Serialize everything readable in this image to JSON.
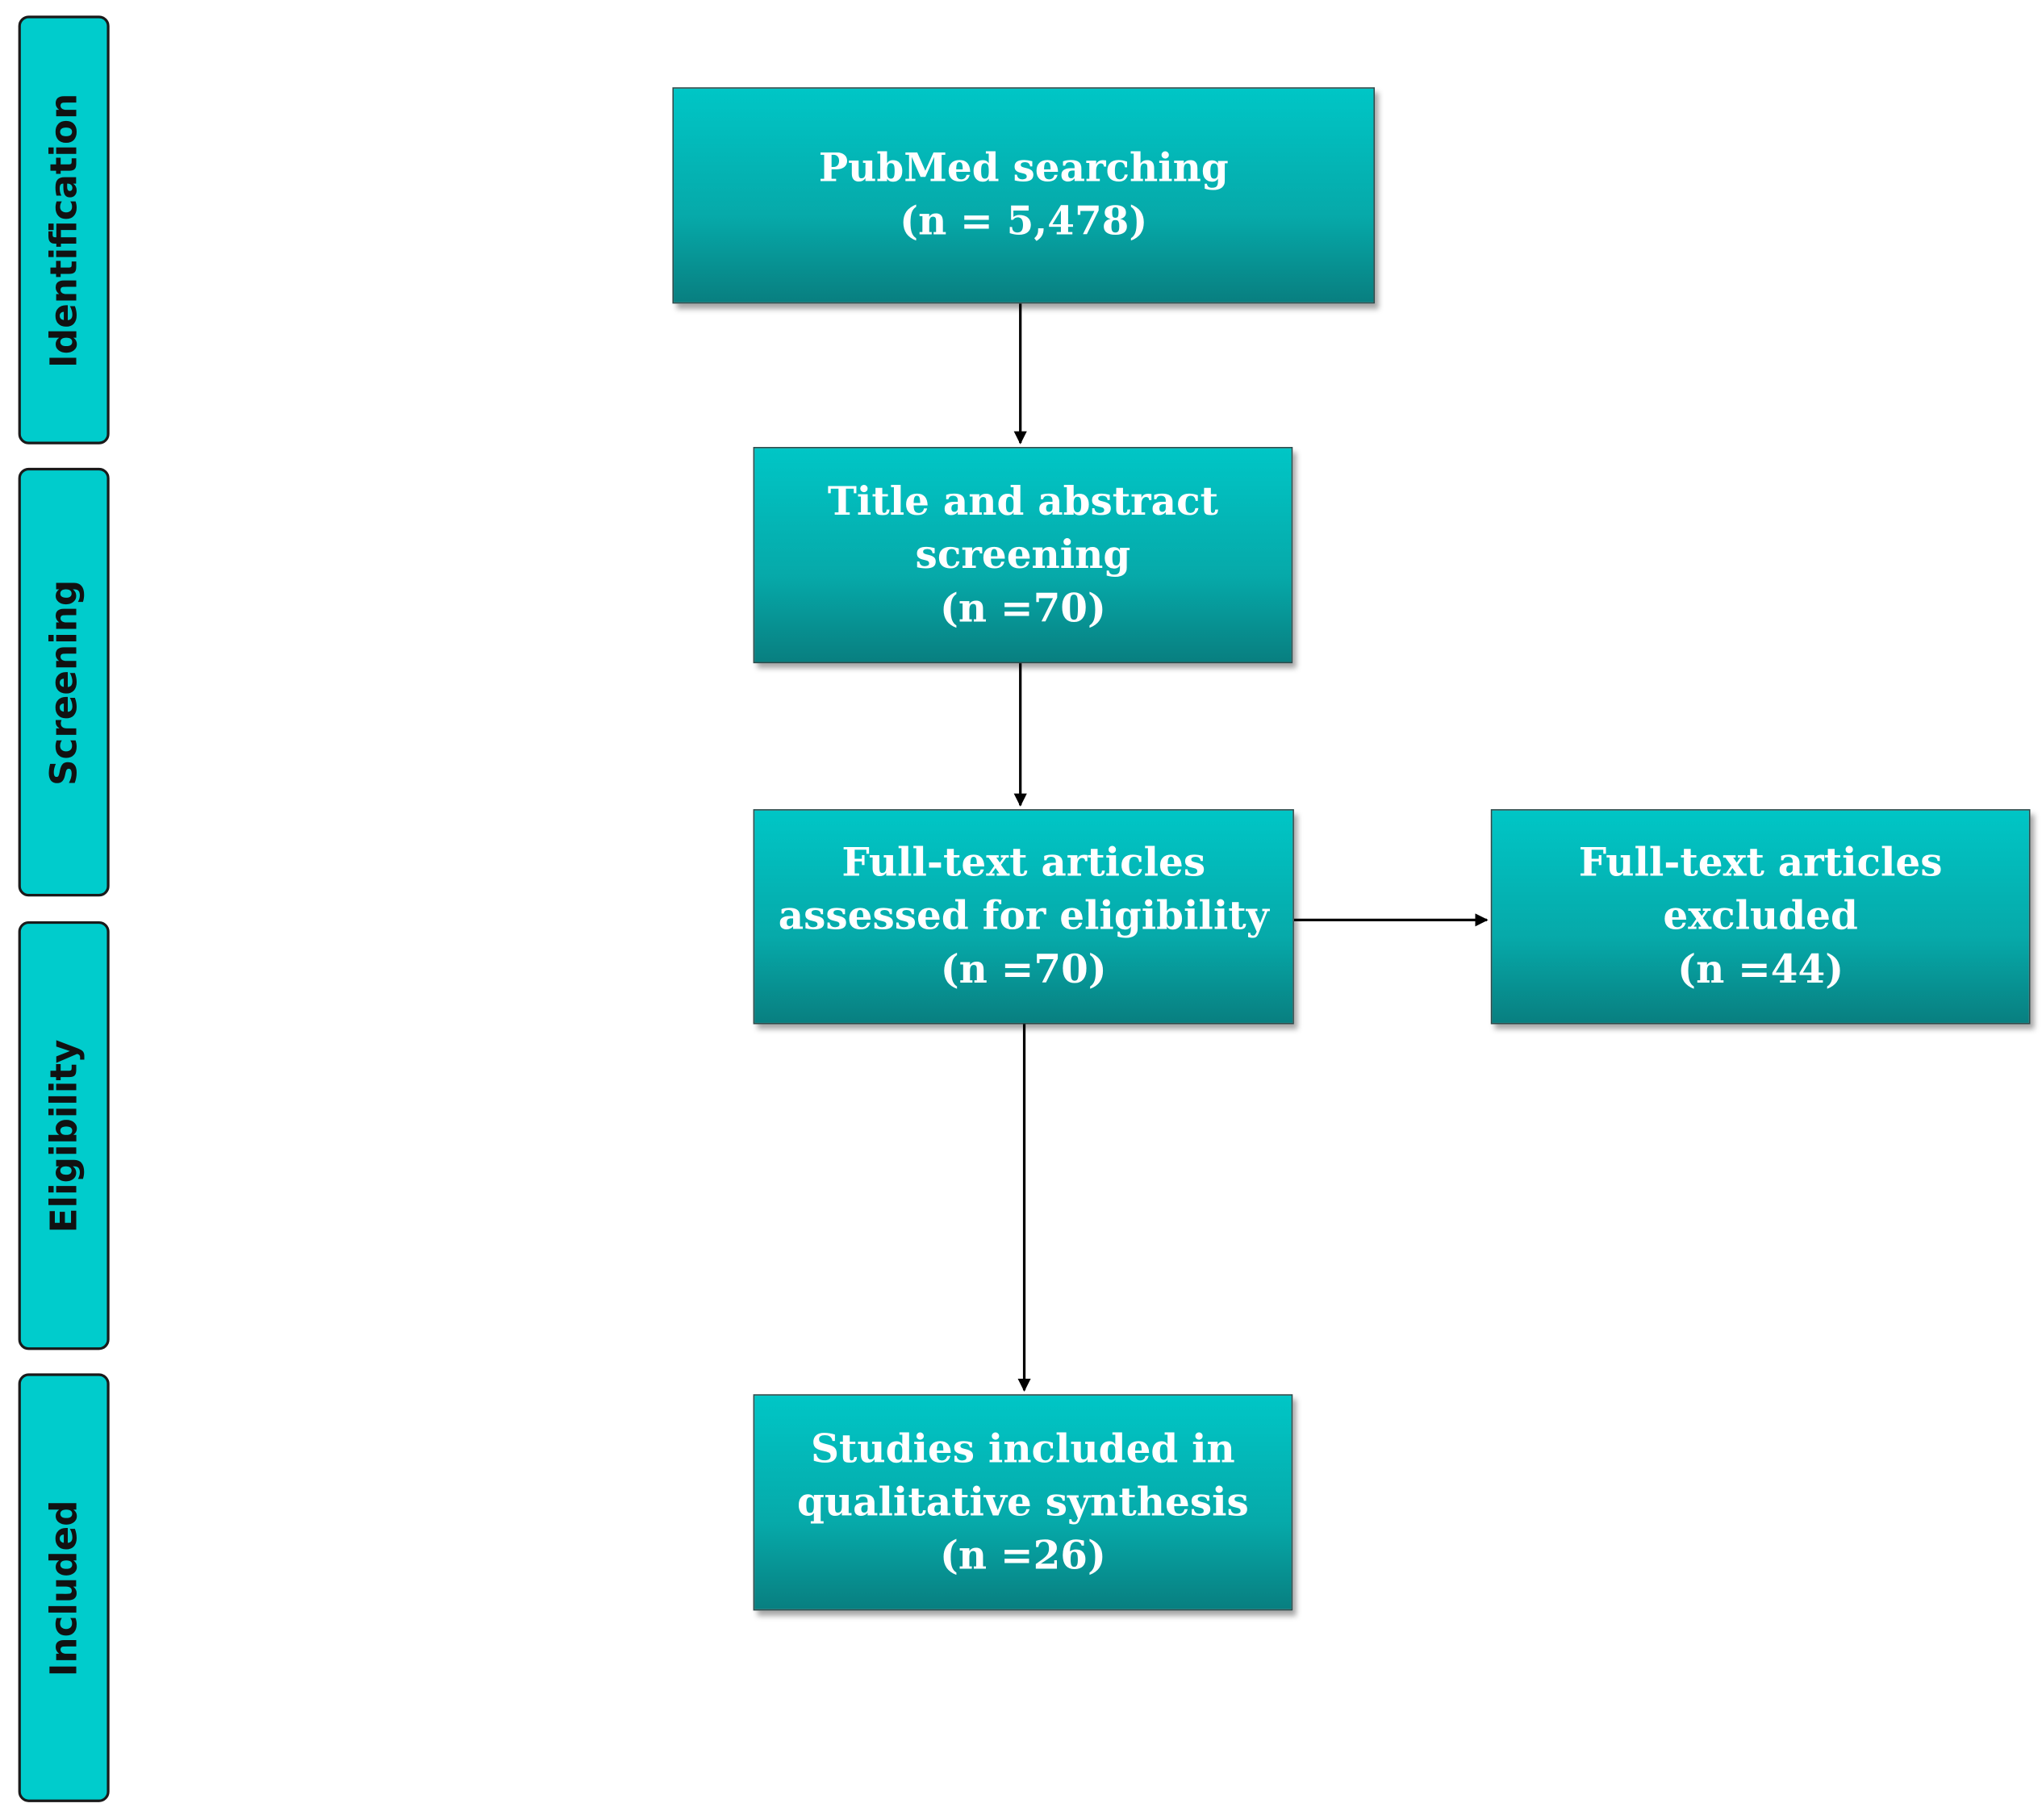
{
  "phases": {
    "identification": "Identification",
    "screening": "Screening",
    "eligibility": "Eligibility",
    "included": "Included"
  },
  "boxes": {
    "pubmed": {
      "line1": "PubMed searching",
      "line2": "(n = 5,478)"
    },
    "title_abstract": {
      "line1": "Title and abstract",
      "line2": "screening",
      "line3": "(n =70)"
    },
    "fulltext_assessed": {
      "line1": "Full-text articles",
      "line2": "assessed for eligibility",
      "line3": "(n =70)"
    },
    "fulltext_excluded": {
      "line1": "Full-text articles excluded",
      "line2": "(n =44)"
    },
    "included_studies": {
      "line1": "Studies included in",
      "line2": "qualitative synthesis",
      "line3": "(n =26)"
    }
  },
  "colors": {
    "phase_fill": "#00cccc",
    "box_top": "#00c6c6",
    "box_bottom": "#087f80",
    "box_text": "#ffffff",
    "arrow": "#000000"
  }
}
